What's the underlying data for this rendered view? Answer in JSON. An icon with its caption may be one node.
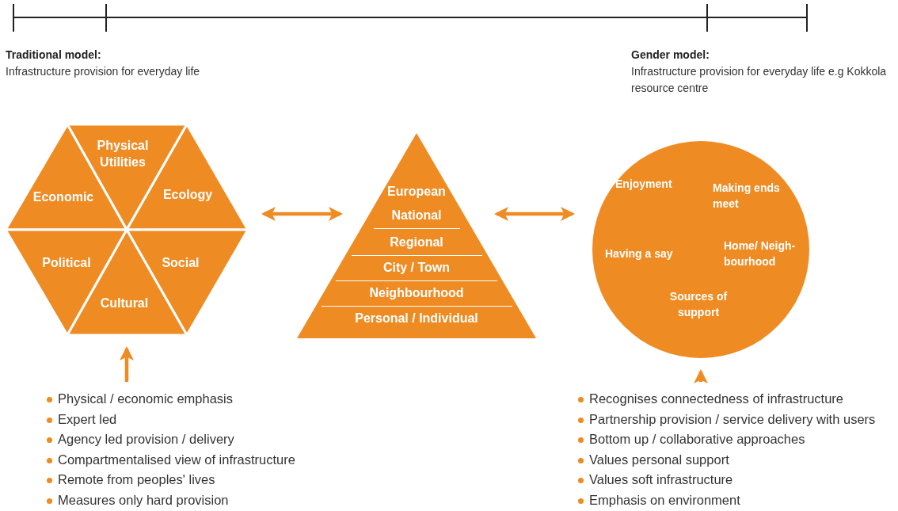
{
  "diagram": {
    "nodes": [
      {
        "text": [],
        "shape": "hexagon"
      },
      {
        "text": [
          "Physical Utilities"
        ],
        "in": 0
      },
      {
        "text": [
          "Economic"
        ],
        "in": 0
      },
      {
        "text": [
          "Ecology"
        ],
        "in": 0
      },
      {
        "text": [
          "Political"
        ],
        "in": 0
      },
      {
        "text": [
          "Social"
        ],
        "in": 0
      },
      {
        "text": [
          "Cultural"
        ],
        "in": 0
      },
      {
        "text": [],
        "shape": "triangle"
      },
      {
        "text": [
          "European"
        ],
        "in": 7
      },
      {
        "text": [
          "National"
        ],
        "in": 7
      },
      {
        "text": [
          "Regional"
        ],
        "in": 7
      },
      {
        "text": [
          "City / Town"
        ],
        "in": 7
      },
      {
        "text": [
          "Neighbourhood"
        ],
        "in": 7
      },
      {
        "text": [
          "Personal / Individual"
        ],
        "in": 7
      },
      {
        "text": [
          "Enjoyment",
          "Making ends meet",
          "Having a say",
          "Home/ Neigh-bourhood",
          "Sources of support"
        ]
      },
      {
        "text": [
          "Physical / economic emphasis",
          "Expert led",
          "Agency led provision / delivery",
          "Compartmentalised view of infrastructure",
          "Remote from peoples' lives",
          "Measures only hard provision"
        ]
      },
      {
        "text": [
          "Recognises connectedness of infrastructure",
          "Partnership provision / service delivery with users",
          "Bottom up / collaborative approaches",
          "Values personal support",
          "Values soft infrastructure",
          "Emphasis on environment"
        ]
      }
    ],
    "edges": [
      {
        "from": 0,
        "to": 7,
        "arrow": "both"
      },
      {
        "from": 7,
        "to": 14,
        "arrow": "both"
      },
      {
        "from": 15,
        "to": 0,
        "arrow": "to"
      },
      {
        "from": 16,
        "to": 14,
        "arrow": "to"
      }
    ],
    "labels": [
      "Traditional model:",
      "Infrastructure provision for everyday life",
      "Gender model:",
      "Infrastructure provision for everyday life e.g Kokkola resource centre"
    ]
  }
}
